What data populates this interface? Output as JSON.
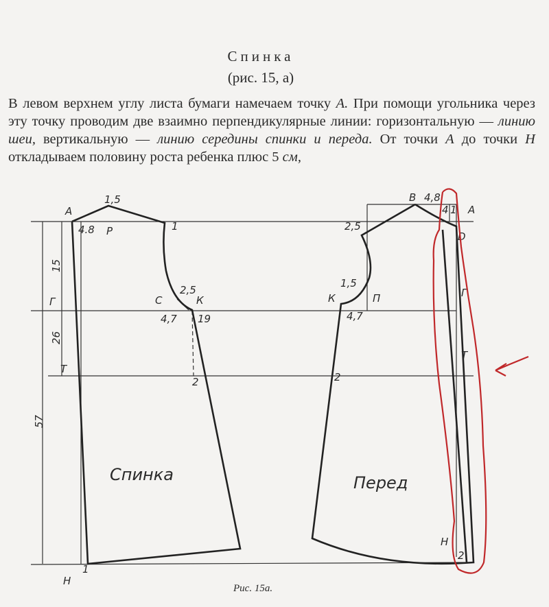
{
  "heading": {
    "title": "Спинка",
    "subtitle": "(рис. 15, а)"
  },
  "paragraph": {
    "p1": "В левом верхнем углу листа бумаги намечаем точку ",
    "pA": "А.",
    "p2": " При помощи угольника через эту точку проводим две взаимно перпендикулярные линии: горизонтальную — ",
    "i1": "линию шеи,",
    "p3": " вертикальную — ",
    "i2": "линию середины спинки и переда.",
    "p4": " От точки ",
    "pA2": "А",
    "p5": " до точки ",
    "pH": "Н",
    "p6": " откладываем половину роста ребенка плюс 5 ",
    "i3": "см,"
  },
  "back": {
    "name": "Спинка",
    "labels": {
      "A": "А",
      "p15": "1,5",
      "p48": "4.8",
      "P": "Р",
      "one": "1",
      "d15": "15",
      "G": "Г",
      "d26": "26",
      "T": "Т",
      "d57": "57",
      "C": "С",
      "p25": "2,5",
      "K": "К",
      "p47": "4,7",
      "n19": "19",
      "n2": "2",
      "bottom1": "1",
      "H": "Н"
    }
  },
  "front": {
    "name": "Перед",
    "labels": {
      "B": "В",
      "p48": "4,8",
      "small4": "4",
      "one": "1",
      "A": "А",
      "D": "D",
      "p25": "2,5",
      "p15": "1,5",
      "K": "К",
      "P": "П",
      "p47": "4,7",
      "G": "Г",
      "T": "Т",
      "n2": "2",
      "H": "Н",
      "bottom2": "2"
    }
  },
  "annotation": {
    "color": "#c0282a"
  },
  "caption": "Рис. 15а."
}
